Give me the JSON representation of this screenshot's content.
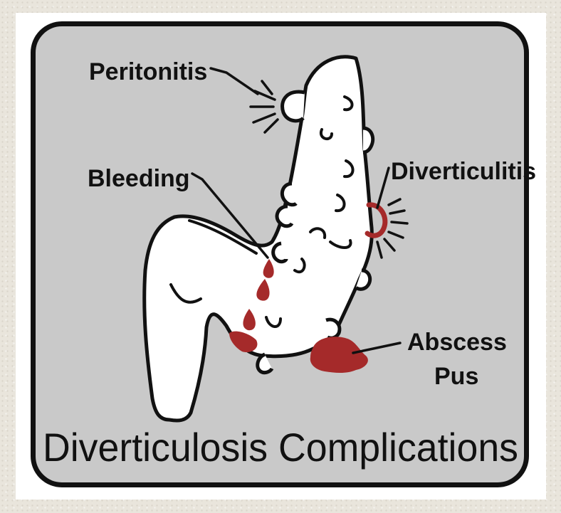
{
  "diagram": {
    "title": "Diverticulosis Complications",
    "labels": {
      "peritonitis": "Peritonitis",
      "bleeding": "Bleeding",
      "diverticulitis": "Diverticulitis",
      "abscess_line1": "Abscess",
      "abscess_line2": "Pus"
    },
    "colors": {
      "blood": "#a52a2a",
      "panel": "#c9c9c9",
      "outline": "#111111",
      "organ": "#ffffff"
    }
  }
}
